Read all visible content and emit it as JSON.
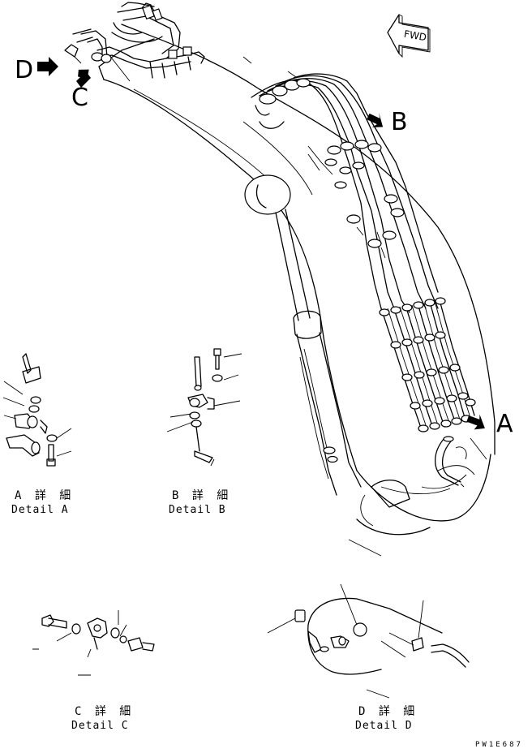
{
  "view_labels": {
    "a": "A",
    "b": "B",
    "c": "C",
    "d": "D"
  },
  "fwd_label": "FWD",
  "details": [
    {
      "jp": "A 詳 細",
      "en": "Detail A"
    },
    {
      "jp": "B 詳 細",
      "en": "Detail B"
    },
    {
      "jp": "C 詳 細",
      "en": "Detail C"
    },
    {
      "jp": "D 詳 細",
      "en": "Detail D"
    }
  ],
  "drawing_code": "PW1E687",
  "icons": {
    "view_arrow": "filled-arrow",
    "fwd_arrow": "outline-arrow-left"
  }
}
